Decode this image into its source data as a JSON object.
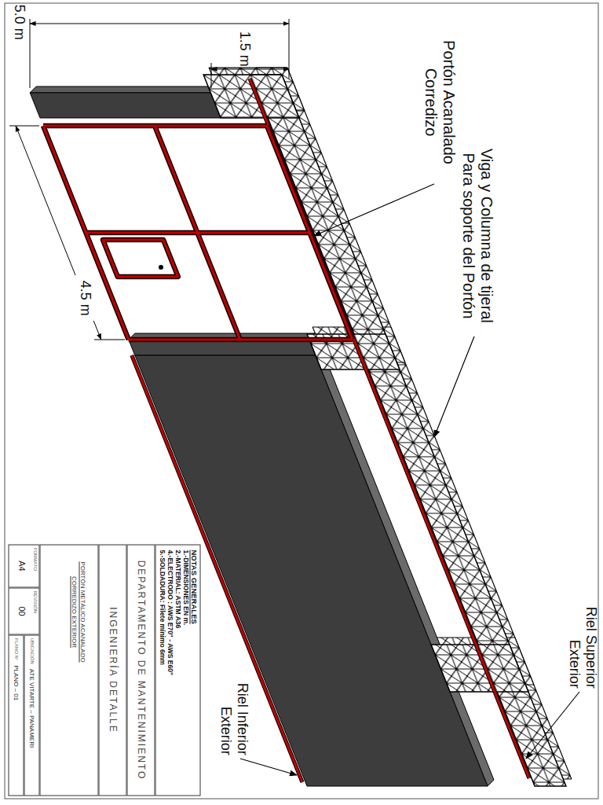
{
  "diagram": {
    "nodes": [
      {
        "text": [
          "NOTAS GENERALES",
          "1.-DIMENSIONES EN m.",
          "2.-MATERIAL: ASTM A36",
          "4.-ELECTRODO : AWS E70\" - AWS E60\"",
          "5.-SOLDADURA: Filete mínimo 6mm"
        ]
      },
      {
        "text": [
          "DEPARTAMENTO DE MANTENIMIENTO"
        ]
      },
      {
        "text": [
          "INGENIERÍA DETALLE"
        ]
      },
      {
        "text": [
          "PORTÓN METÁLICO ACANALADO CORREDIZO EXTERIOR"
        ]
      },
      {
        "text": [
          "FORMATO",
          "A4"
        ]
      },
      {
        "text": [
          "REVISIÓN",
          "00"
        ]
      },
      {
        "text": [
          "UBICACIÓN",
          "ATE VITARTE – PANAMERI"
        ]
      },
      {
        "text": [
          "PLANO N°",
          "PLANO – 01"
        ]
      }
    ],
    "labels": [
      "5.0 m",
      "1.5 m",
      "4.5 m",
      "Portón Acanalado Corredizo",
      "Viga y Columna de tijeral Para soporte del Portón",
      "Riel Superior Exterior",
      "Riel Inferior Exterior"
    ]
  }
}
